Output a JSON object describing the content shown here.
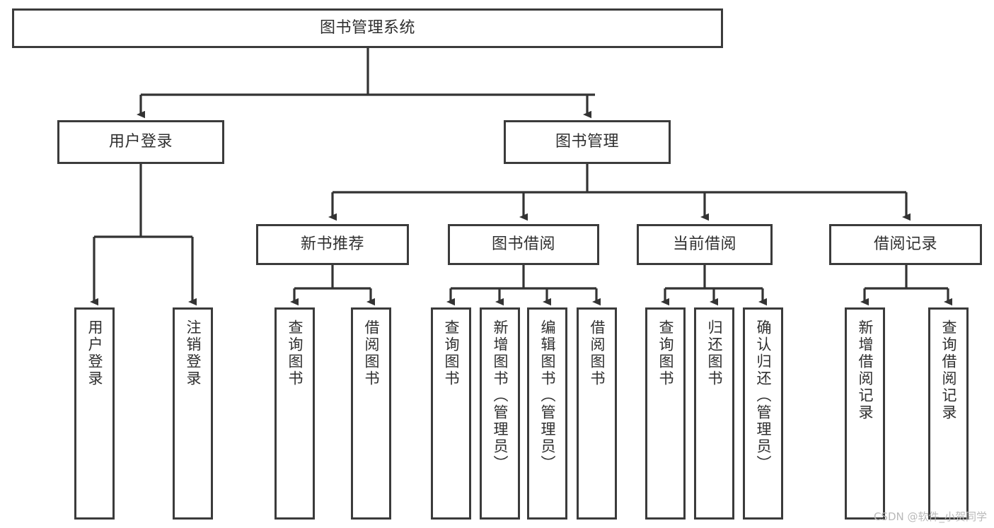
{
  "diagram": {
    "title": "图书管理系统",
    "type": "hierarchy-tree",
    "root": {
      "id": "root",
      "label": "图书管理系统"
    },
    "level2": [
      {
        "id": "user-login",
        "label": "用户登录"
      },
      {
        "id": "book-management",
        "label": "图书管理"
      }
    ],
    "level3": [
      {
        "id": "new-book-recommend",
        "label": "新书推荐",
        "parent": "book-management"
      },
      {
        "id": "book-borrow",
        "label": "图书借阅",
        "parent": "book-management"
      },
      {
        "id": "current-borrow",
        "label": "当前借阅",
        "parent": "book-management"
      },
      {
        "id": "borrow-record",
        "label": "借阅记录",
        "parent": "book-management"
      }
    ],
    "leaves": {
      "user_login": [
        {
          "id": "leaf-user-login",
          "label": "用户登录"
        },
        {
          "id": "leaf-logout-login",
          "label": "注销登录"
        }
      ],
      "new_book_recommend": [
        {
          "id": "leaf-query-book-1",
          "label": "查询图书"
        },
        {
          "id": "leaf-borrow-book-1",
          "label": "借阅图书"
        }
      ],
      "book_borrow": [
        {
          "id": "leaf-query-book-2",
          "label": "查询图书"
        },
        {
          "id": "leaf-add-book",
          "label": "新增图书（管理员）"
        },
        {
          "id": "leaf-edit-book",
          "label": "编辑图书（管理员）"
        },
        {
          "id": "leaf-borrow-book-2",
          "label": "借阅图书"
        }
      ],
      "current_borrow": [
        {
          "id": "leaf-query-book-3",
          "label": "查询图书"
        },
        {
          "id": "leaf-return-book",
          "label": "归还图书"
        },
        {
          "id": "leaf-confirm-return",
          "label": "确认归还（管理员）"
        }
      ],
      "borrow_record": [
        {
          "id": "leaf-add-record",
          "label": "新增借阅记录"
        },
        {
          "id": "leaf-query-record",
          "label": "查询借阅记录"
        }
      ]
    }
  },
  "watermark": {
    "text": "CSDN @软件_小贺同学"
  },
  "colors": {
    "border": "#3b3b3b",
    "text": "#2f2f2f",
    "connector": "#333333",
    "background": "#ffffff",
    "watermark": "#b9b9b9"
  }
}
